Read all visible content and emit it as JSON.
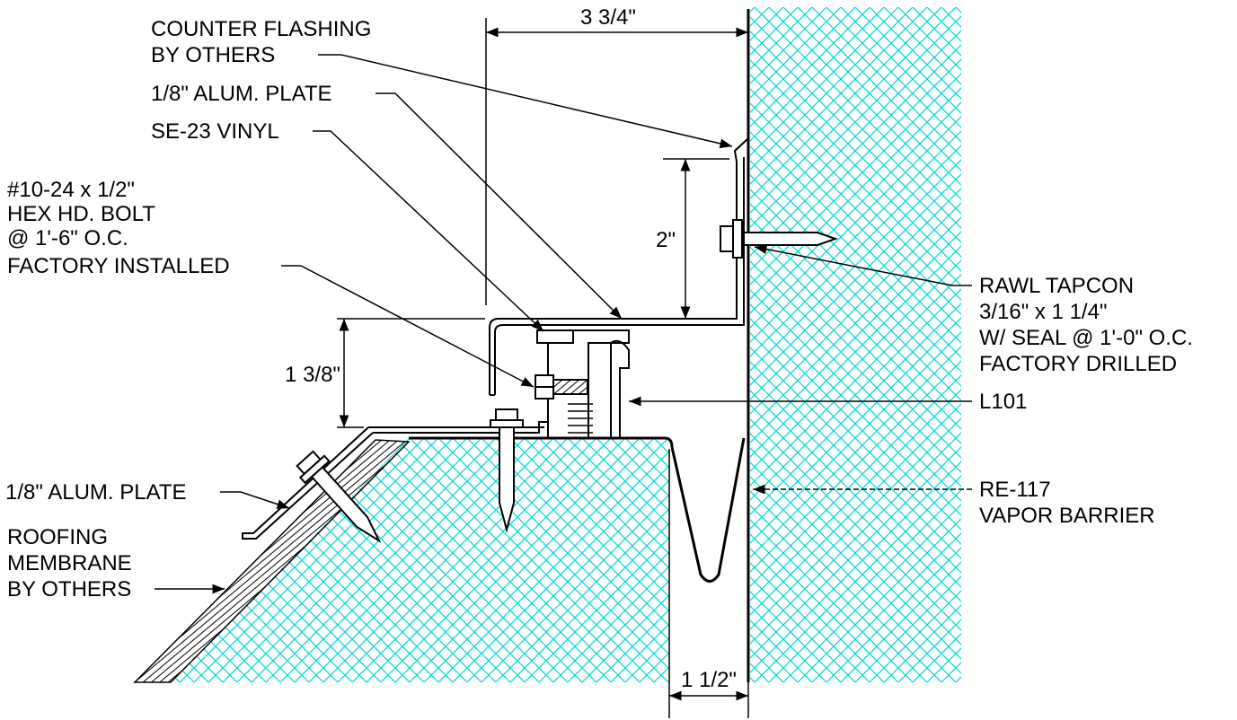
{
  "colors": {
    "hatch": "#00d6d6",
    "ink": "#000000",
    "background": "#ffffff"
  },
  "dimensions": {
    "top_width": "3 3/4\"",
    "flashing_height": "2\"",
    "plate_height": "1 3/8\"",
    "joint_width": "1 1/2\""
  },
  "labels": {
    "counter_flashing": [
      "COUNTER FLASHING",
      "BY OTHERS"
    ],
    "alum_plate_top": [
      "1/8\" ALUM. PLATE"
    ],
    "se23_vinyl": [
      "SE-23 VINYL"
    ],
    "hex_bolt": [
      "#10-24 x 1/2\"",
      "HEX HD. BOLT",
      "@ 1'-6\" O.C."
    ],
    "factory_installed": [
      "FACTORY INSTALLED"
    ],
    "rawl_tapcon": [
      "RAWL TAPCON",
      "3/16\" x 1 1/4\"",
      "W/ SEAL @ 1'-0\" O.C.",
      "FACTORY DRILLED"
    ],
    "l101": [
      "L101"
    ],
    "re117": [
      "RE-117",
      "VAPOR BARRIER"
    ],
    "alum_plate_bottom": [
      "1/8\" ALUM. PLATE"
    ],
    "roofing_membrane": [
      "ROOFING",
      "MEMBRANE",
      "BY OTHERS"
    ]
  }
}
